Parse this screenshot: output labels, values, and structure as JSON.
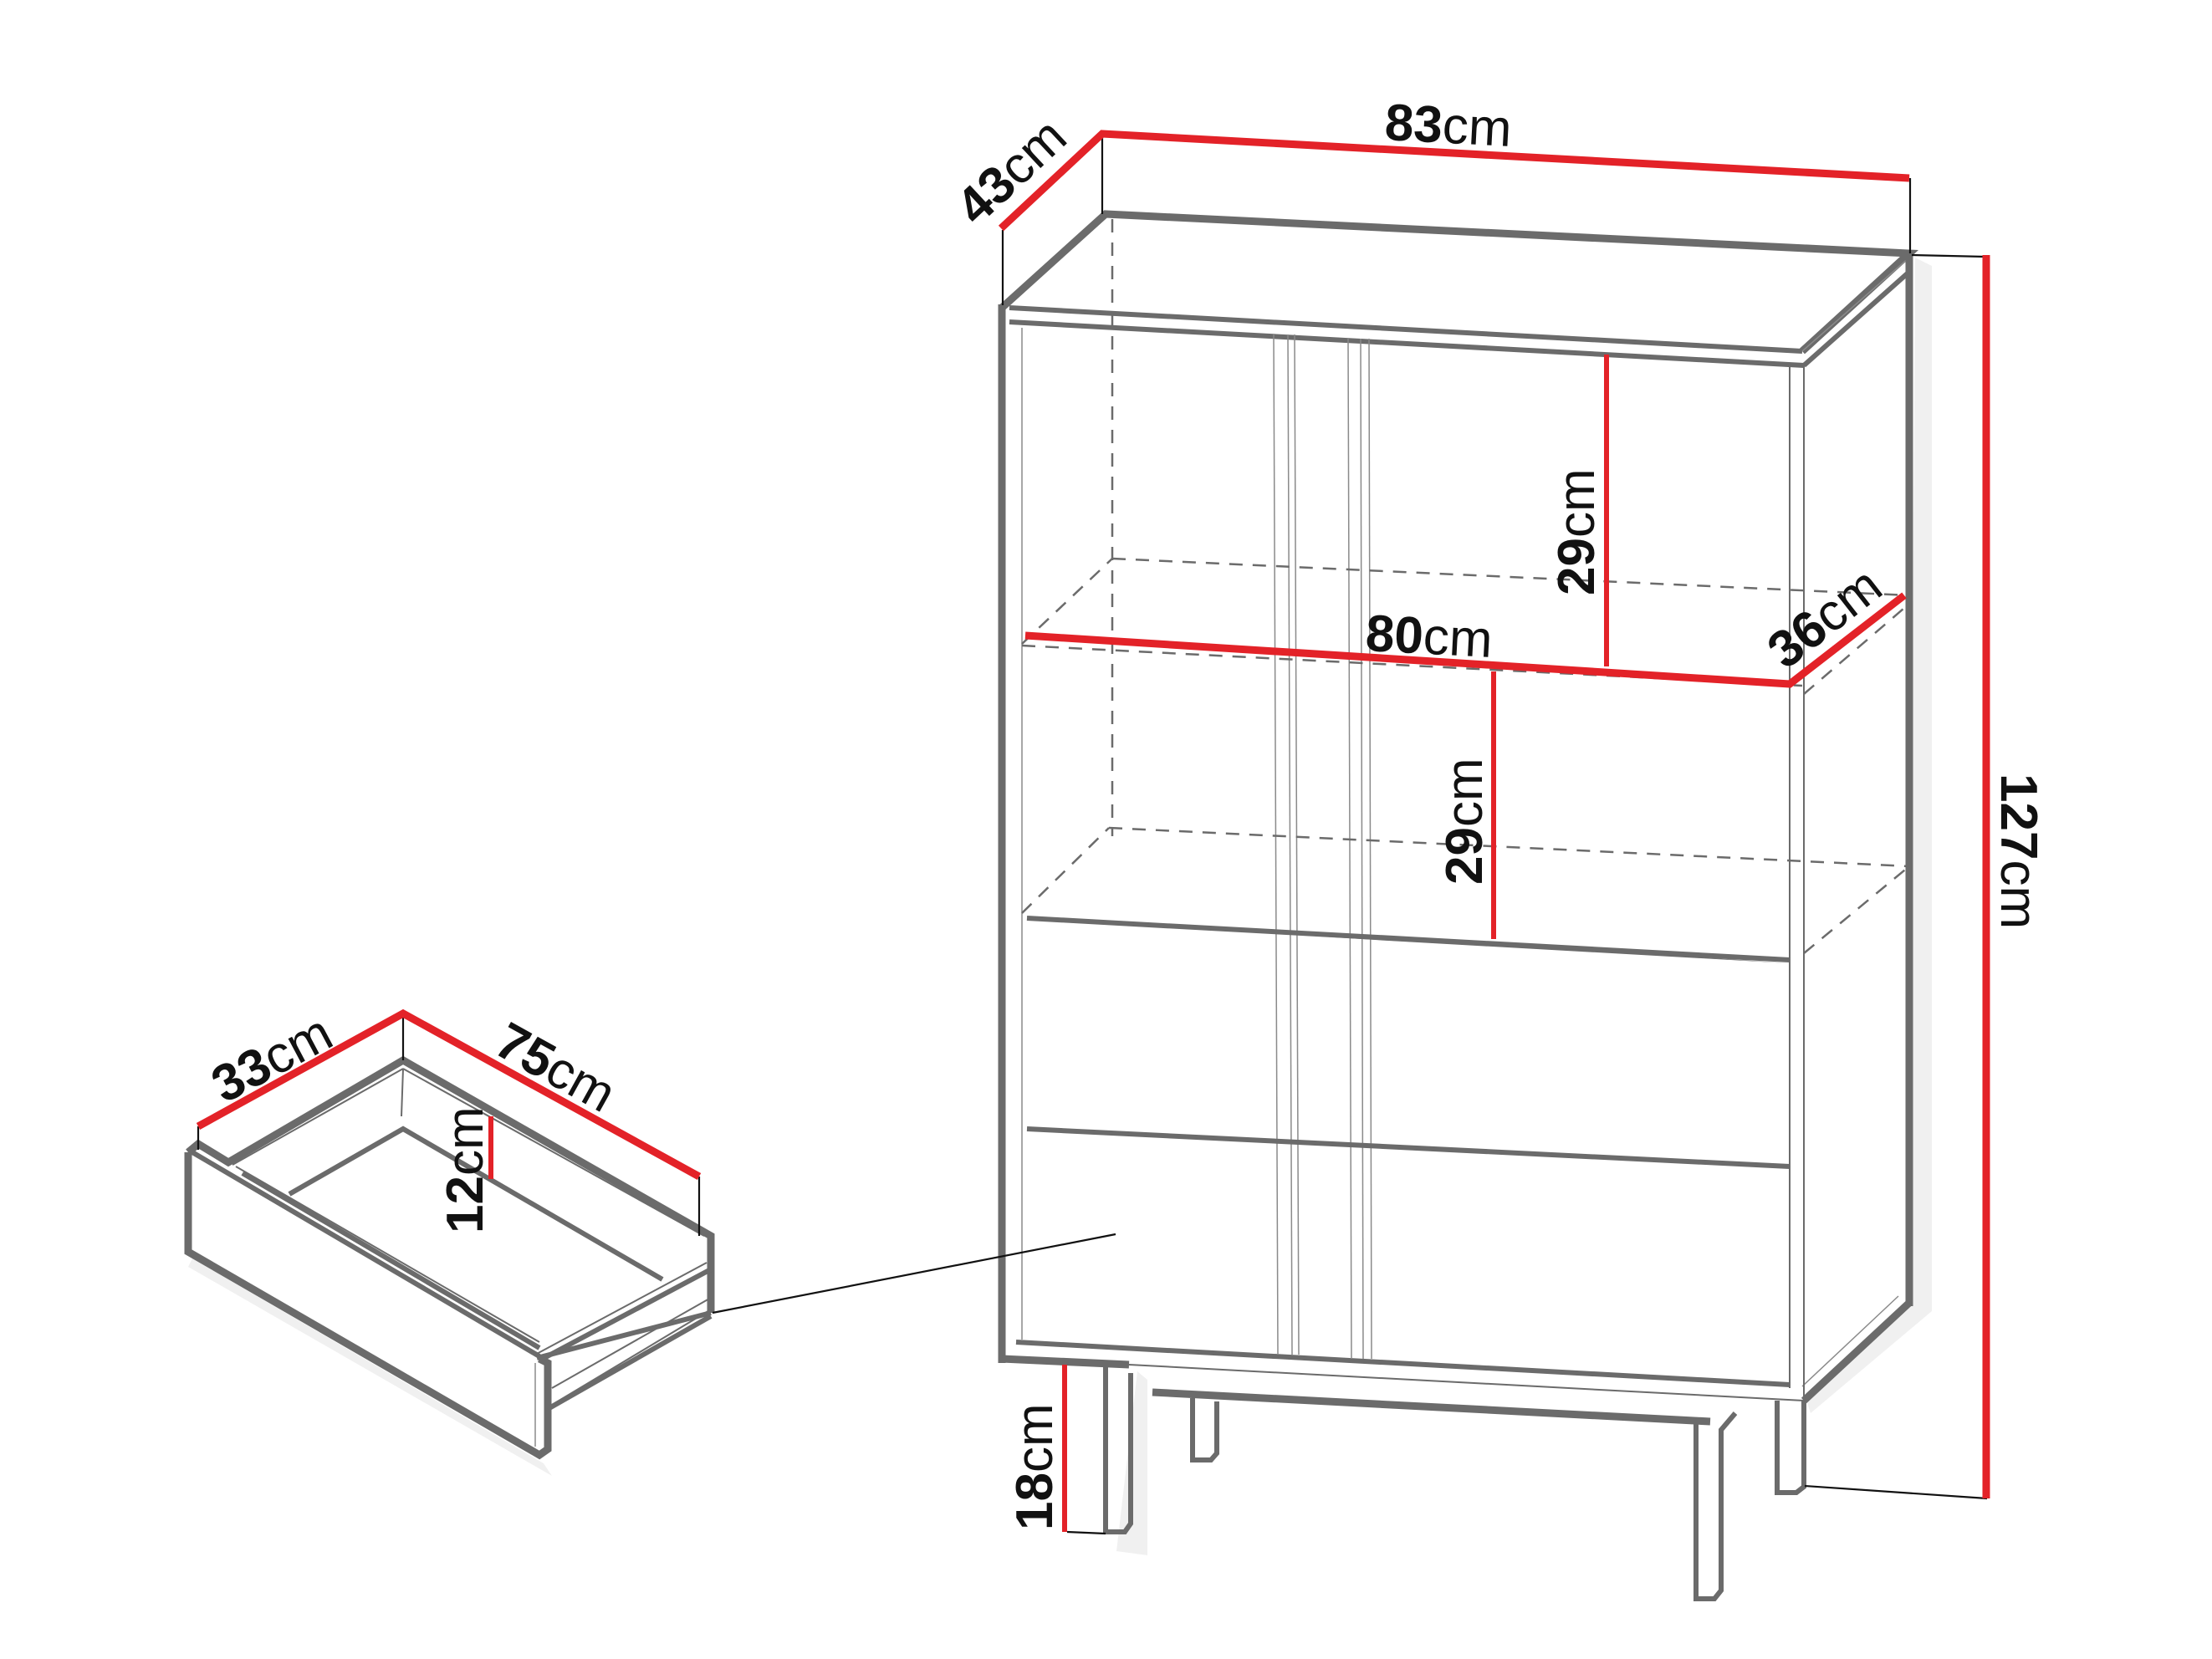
{
  "diagram": {
    "title": "Cabinet with drawer - dimension drawing",
    "accent_color": "#e32228",
    "outline_color": "#6b6b6b",
    "cabinet": {
      "dimensions": {
        "width": {
          "value": "83",
          "unit": "cm"
        },
        "depth": {
          "value": "43",
          "unit": "cm"
        },
        "height": {
          "value": "127",
          "unit": "cm"
        },
        "inner_width": {
          "value": "80",
          "unit": "cm"
        },
        "inner_depth": {
          "value": "36",
          "unit": "cm"
        },
        "upper_shelf_height": {
          "value": "29",
          "unit": "cm"
        },
        "lower_shelf_height": {
          "value": "29",
          "unit": "cm"
        },
        "leg_height": {
          "value": "18",
          "unit": "cm"
        }
      }
    },
    "drawer": {
      "dimensions": {
        "depth": {
          "value": "33",
          "unit": "cm"
        },
        "length": {
          "value": "75",
          "unit": "cm"
        },
        "height": {
          "value": "12",
          "unit": "cm"
        }
      }
    }
  }
}
